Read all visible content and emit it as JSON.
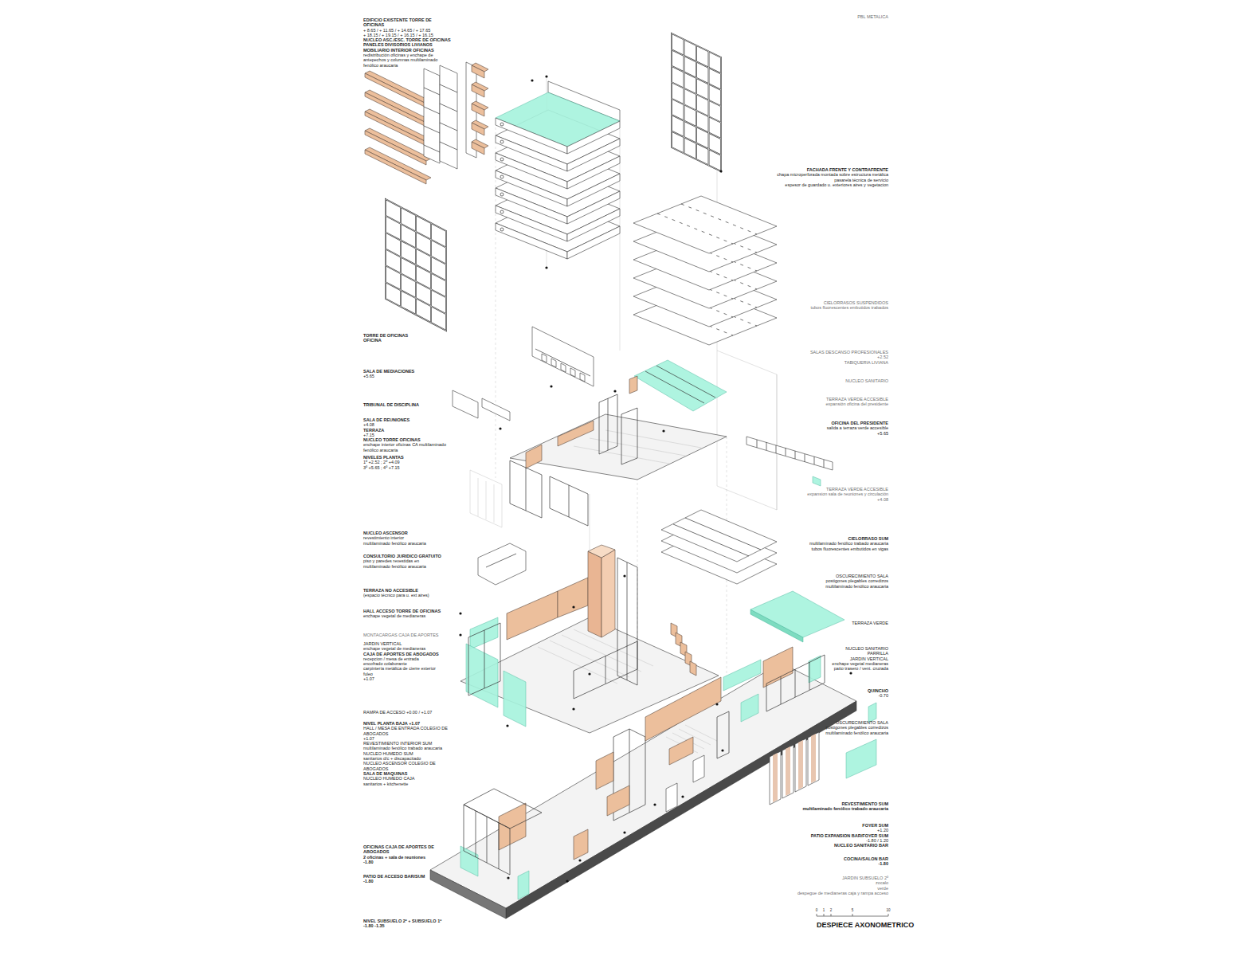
{
  "diagram": {
    "title": "DESPIECE AXONOMETRICO",
    "labels": [
      "EDIFICIO EXISTENTE TORRE DE OFICINAS",
      "+ 8.65 / + 11.65 / + 14.65 / + 17.65",
      "+ 18.15 / + 19.15 / + 16.15 / + 16.15",
      "NUCLEO ASC./ESC. TORRE DE OFICINAS",
      "PANELES DIVISORIOS LIVIANOS",
      "MOBILIARIO INTERIOR OFICINAS",
      "redistribución oficinas y enchape de antepechos y columnas multilaminado fenólico araucaria",
      "TORRE DE OFICINAS",
      "OFICINA",
      "SALA DE MEDIACIONES",
      "+5.65",
      "TRIBUNAL DE DISCIPLINA",
      "SALA DE REUNIONES",
      "+4.08",
      "TERRAZA",
      "+7.15",
      "NUCLEO TORRE OFICINAS",
      "enchape interior oficinas CA multilaminado fenólico araucaria",
      "NIVELES PLANTAS",
      "1º +2.52 ; 2º +4.09",
      "3º +5.65 ; 4º +7.15",
      "NUCLEO ASCENSOR",
      "revestimiento interior",
      "multilaminado fenólico araucaria",
      "CONSULTORIO JURIDICO GRATUITO",
      "piso y paredes revestidas en",
      "multilaminado fenólico araucaria",
      "TERRAZA NO ACCESIBLE",
      "(espacio técnico para u. ext aires)",
      "HALL ACCESO TORRE DE OFICINAS",
      "enchape vegetal de medianeras",
      "MONTACARGAS CAJA DE APORTES",
      "JARDIN VERTICAL",
      "enchape vegetal de medianeras",
      "CAJA DE APORTES DE ABOGADOS",
      "recepcion / mesa de entrada",
      "encofrado colaborante",
      "carpintería metálica de cierre exterior",
      "fuleo",
      "+1.07",
      "RAMPA DE ACCESO +0.00 / +1.07",
      "NIVEL PLANTA BAJA +1.07",
      "HALL / MESA DE ENTRADA COLEGIO DE ABOGADOS",
      "+1.07",
      "REVESTIMIENTO INTERIOR SUM",
      "multilaminado fenólico trabado araucaria",
      "NUCLEO HUMEDO SUM",
      "sanitarios d/c + discapacitado",
      "NUCLEO ASCENSOR COLEGIO DE ABOGADOS",
      "SALA DE MAQUINAS",
      "NUCLEO HUMEDO CAJA",
      "sanitarios + kitchenette",
      "OFICINAS CAJA DE APORTES DE ABOGADOS",
      "2 oficinas + sala de reuniones",
      "-1.80",
      "PATIO DE ACCESO BAR/SUM",
      "-1.80",
      "NIVEL SUBSUELO 2º + SUBSUELO 1º",
      "-1.80 -1.35",
      "PBL METALICA",
      "FACHADA FRENTE Y CONTRAFRENTE",
      "chapa microperforada montada sobre estructura metálica",
      "pasarela técnica de servicio",
      "espesor de guardado u. exteriores aires y vegetacion",
      "CIELORRASOS SUSPENDIDOS",
      "tubos fluorescentes embutidos trabados",
      "SALAS DESCANSO PROFESIONALES",
      "+2.52",
      "TABIQUERIA LIVIANA",
      "NUCLEO SANITARIO",
      "TERRAZA VERDE ACCESIBLE",
      "expansión oficina del presidente",
      "OFICINA DEL PRESIDENTE",
      "salida a terraza verde accesible",
      "+5.65",
      "TERRAZA VERDE ACCESIBLE",
      "expansion sala de reuniones y circulación",
      "+4.08",
      "CIELORRASO SUM",
      "multilaminado fenólico trabado araucaria",
      "tubos fluorescentes embutidos en vigas",
      "OSCURECIMIENTO SALA",
      "postigones plegables corredizos",
      "multilaminado fenólico araucaria",
      "TERRAZA VERDE",
      "NUCLEO SANITARIO",
      "PARRILLA",
      "JARDIN VERTICAL",
      "enchape vegetal medianeras",
      "patio trasero / vent. cruzada",
      "QUINCHO",
      "-0.70",
      "OSCURECIMIENTO SALA",
      "postigones plegables corredizos",
      "multilaminado fenólico araucaria",
      "REVESTIMIENTO SUM",
      "multilaminado fenólico trabado araucaria",
      "FOYER SUM",
      "+1.20",
      "PATIO EXPANSION BAR/FOYER SUM",
      "-1.80 / 1.20",
      "NUCLEO SANITARIO BAR",
      "COCINA/SALON BAR",
      "-1.80",
      "JARDIN SUBSUELO 2º",
      "zocalo",
      "verde",
      "despegue de medianeras caja y rampa acceso",
      "0",
      "1",
      "2",
      "5",
      "10"
    ]
  }
}
